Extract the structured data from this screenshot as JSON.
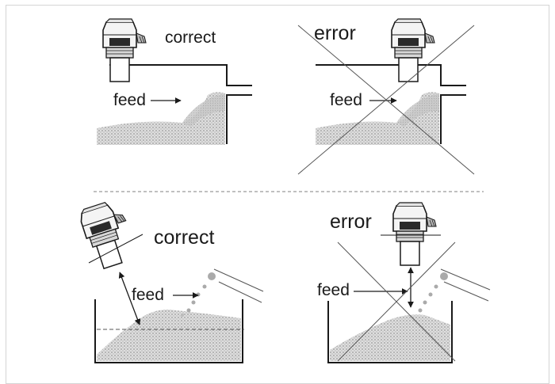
{
  "panels": {
    "top_left": {
      "status": "correct",
      "feed": "feed"
    },
    "top_right": {
      "status": "error",
      "feed": "feed"
    },
    "bottom_left": {
      "status": "correct",
      "feed": "feed"
    },
    "bottom_right": {
      "status": "error",
      "feed": "feed"
    }
  },
  "colors": {
    "ink": "#1a1a1a",
    "material": "#c4c4c4",
    "divider": "#9a9a9a",
    "frame": "#d4d4d4"
  }
}
